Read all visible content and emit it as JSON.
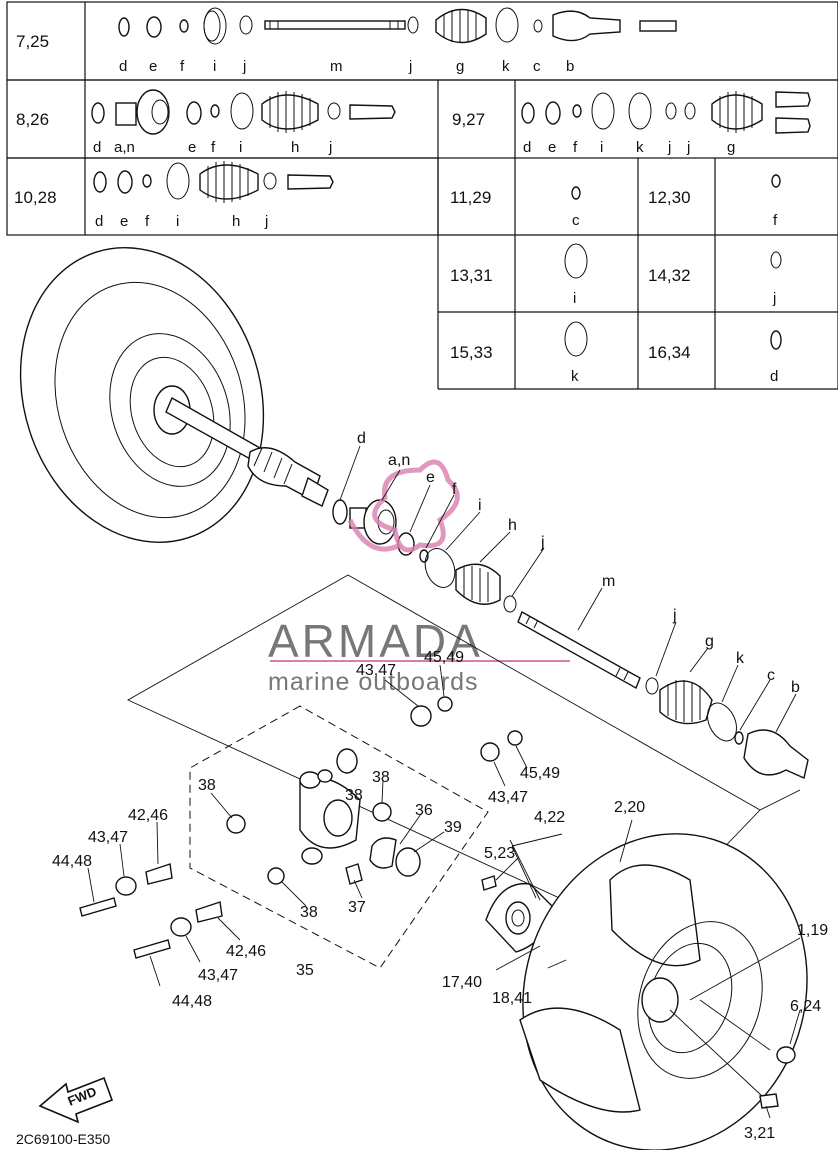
{
  "diagram_code": "2C69100-E350",
  "fwd_label": "FWD",
  "watermark": {
    "title": "ARMADA",
    "subtitle": "marine outboards"
  },
  "table": {
    "row1": {
      "id": "7,25",
      "letters": [
        "d",
        "e",
        "f",
        "i",
        "j",
        "m",
        "j",
        "g",
        "k",
        "c",
        "b"
      ]
    },
    "row2": {
      "id": "8,26",
      "letters": [
        "d",
        "a,n",
        "e",
        "f",
        "i",
        "h",
        "j"
      ]
    },
    "row2b": {
      "id": "9,27",
      "letters": [
        "d",
        "e",
        "f",
        "i",
        "k",
        "j",
        "j",
        "g"
      ]
    },
    "row3": {
      "id": "10,28",
      "letters": [
        "d",
        "e",
        "f",
        "i",
        "h",
        "j"
      ]
    },
    "single": [
      {
        "id": "11,29",
        "letter": "c"
      },
      {
        "id": "12,30",
        "letter": "f"
      },
      {
        "id": "13,31",
        "letter": "i"
      },
      {
        "id": "14,32",
        "letter": "j"
      },
      {
        "id": "15,33",
        "letter": "k"
      },
      {
        "id": "16,34",
        "letter": "d"
      }
    ]
  },
  "callouts": {
    "d": "d",
    "an": "a,n",
    "e": "e",
    "f": "f",
    "i": "i",
    "h": "h",
    "j": "j",
    "m": "m",
    "j2": "j",
    "g": "g",
    "k": "k",
    "c": "c",
    "b": "b",
    "p4347a": "43,47",
    "p4549a": "45,49",
    "p38a": "38",
    "p38b": "38",
    "p38c": "38",
    "p4246a": "42,46",
    "p4347b": "43,47",
    "p4448a": "44,48",
    "p4549b": "45,49",
    "p4347c": "43,47",
    "p36": "36",
    "p39": "39",
    "p37": "37",
    "p38d": "38",
    "p4246b": "42,46",
    "p4347d": "43,47",
    "p4448b": "44,48",
    "p35": "35",
    "p422": "4,22",
    "p523": "5,23",
    "p220": "2,20",
    "p119": "1,19",
    "p1740": "17,40",
    "p1841": "18,41",
    "p624": "6,24",
    "p321": "3,21"
  }
}
